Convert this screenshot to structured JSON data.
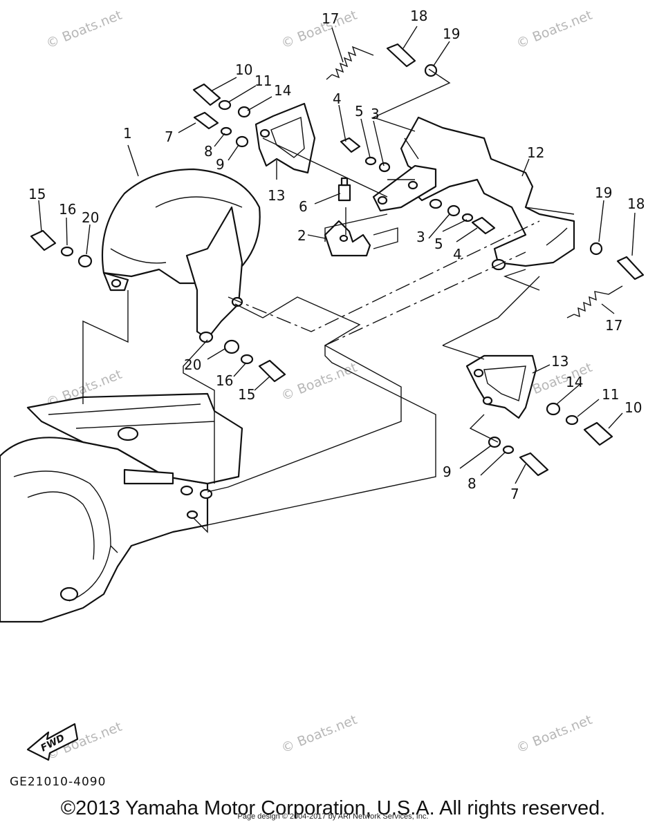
{
  "diagram": {
    "watermark_text": "© Boats.net",
    "fwd_label": "FWD",
    "drawing_code": "GE21010-4090",
    "copyright": "©2013 Yamaha Motor Corporation, U.S.A. All rights reserved.",
    "page_design": "Page design © 2004-2017 by ARI Network Services, Inc.",
    "callouts": {
      "c1": "1",
      "c2": "2",
      "c3a": "3",
      "c3b": "3",
      "c4a": "4",
      "c4b": "4",
      "c5a": "5",
      "c5b": "5",
      "c6": "6",
      "c7a": "7",
      "c7b": "7",
      "c8a": "8",
      "c8b": "8",
      "c9a": "9",
      "c9b": "9",
      "c10a": "10",
      "c10b": "10",
      "c11a": "11",
      "c11b": "11",
      "c12": "12",
      "c13a": "13",
      "c13b": "13",
      "c14a": "14",
      "c14b": "14",
      "c15a": "15",
      "c15b": "15",
      "c16a": "16",
      "c16b": "16",
      "c17a": "17",
      "c17b": "17",
      "c18a": "18",
      "c18b": "18",
      "c19a": "19",
      "c19b": "19",
      "c20a": "20",
      "c20b": "20"
    }
  }
}
